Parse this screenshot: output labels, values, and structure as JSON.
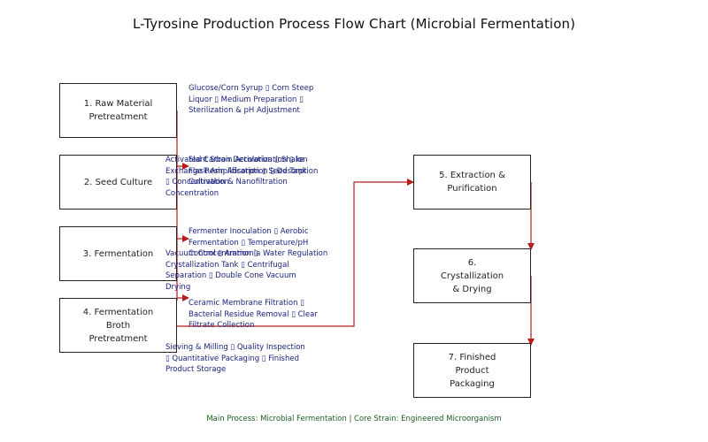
{
  "title": "L-Tyrosine Production Process Flow Chart (Microbial Fermentation)",
  "colors": {
    "arrow": "#b71c1c",
    "box_border": "#222222",
    "note_text": "#1a237e",
    "footer_text": "#1b5e20"
  },
  "steps": [
    {
      "label": "1. Raw Material\nPretreatment"
    },
    {
      "label": "2. Seed Culture"
    },
    {
      "label": "3. Fermentation"
    },
    {
      "label": "4. Fermentation\nBroth\nPretreatment"
    },
    {
      "label": "5. Extraction &\nPurification"
    },
    {
      "label": "6.\nCrystallization\n& Drying"
    },
    {
      "label": "7. Finished\nProduct\nPackaging"
    }
  ],
  "notes": {
    "raw_material": "Glucose/Corn Syrup ▯ Corn Steep Liquor ▯ Medium Preparation ▯ Sterilization & pH Adjustment",
    "seed_culture": "Slant Strain Activation ▯ Shake Flask Amplification ▯ Seed Tank Cultivation",
    "extraction": "Activated Carbon Decolorization ▯ Ion Exchange Resin Adsorption ▯ Desorption ▯ Concentration & Nanofiltration Concentration",
    "fermentation": "Fermenter Inoculation ▯ Aerobic Fermentation ▯ Temperature/pH Control ▯ Ammonia Water Regulation",
    "crystallization": "Vacuum Concentration ▯ Crystallization Tank ▯ Centrifugal Separation ▯ Double Cone Vacuum Drying",
    "broth_pretreatment": "Ceramic Membrane Filtration ▯ Bacterial Residue Removal ▯ Clear Filtrate Collection",
    "packaging": "Sieving & Milling ▯ Quality Inspection ▯ Quantitative Packaging ▯ Finished Product Storage"
  },
  "footer": "Main Process: Microbial Fermentation | Core Strain: Engineered Microorganism"
}
